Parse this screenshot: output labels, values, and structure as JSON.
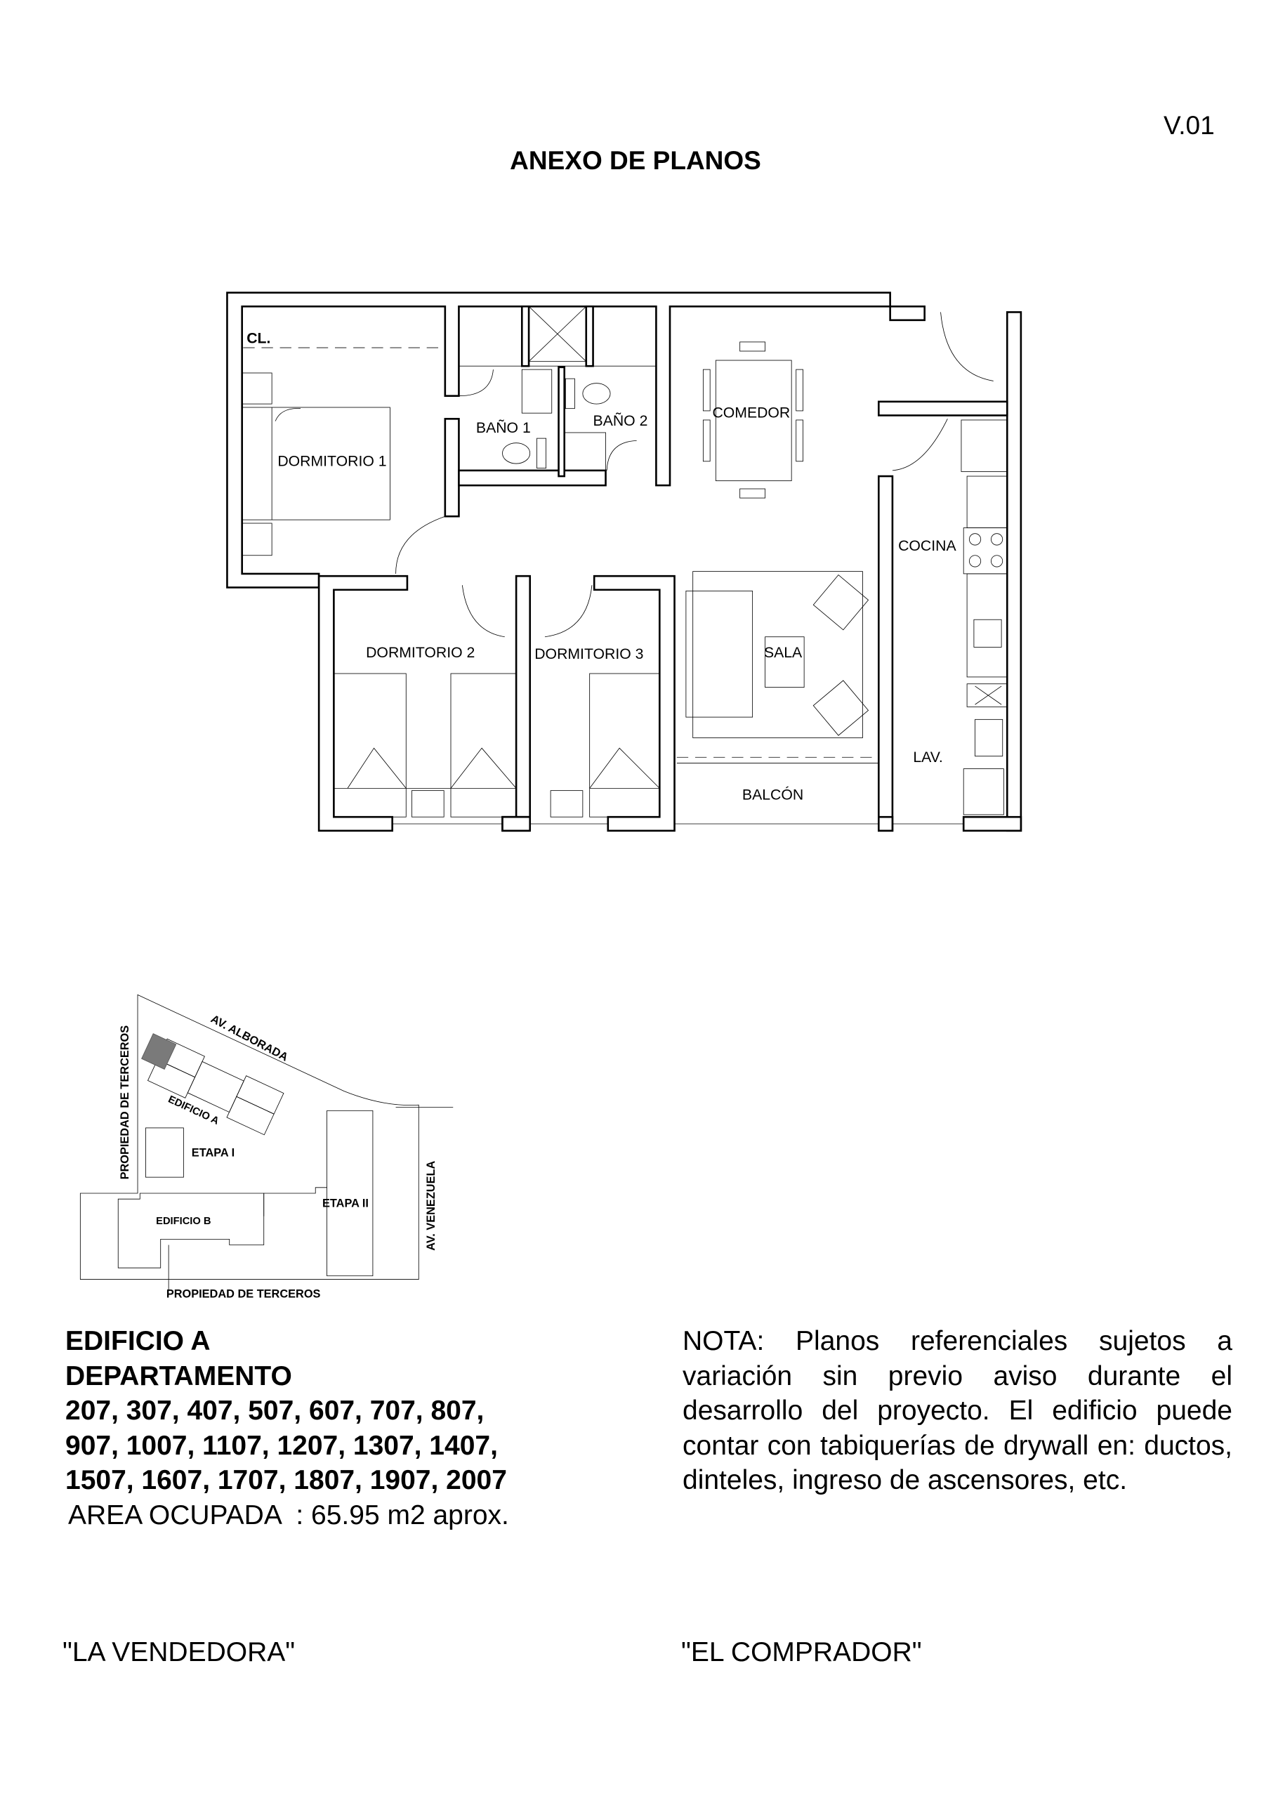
{
  "header": {
    "version": "V.01",
    "title": "ANEXO DE PLANOS"
  },
  "floor_plan": {
    "rooms": {
      "closet": "CL.",
      "bedroom1": "DORMITORIO 1",
      "bath1": "BAÑO 1",
      "bath2": "BAÑO 2",
      "dining": "COMEDOR",
      "kitchen": "COCINA",
      "bedroom2": "DORMITORIO 2",
      "bedroom3": "DORMITORIO 3",
      "living": "SALA",
      "laundry": "LAV.",
      "balcony": "BALCÓN"
    }
  },
  "site_plan": {
    "left_boundary": "PROPIEDAD DE TERCEROS",
    "street_north": "AV. ALBORADA",
    "building_a": "EDIFICIO A",
    "stage1": "ETAPA I",
    "building_b": "EDIFICIO B",
    "stage2": "ETAPA II",
    "street_east": "AV. VENEZUELA",
    "bottom_boundary": "PROPIEDAD DE TERCEROS",
    "highlight_color": "#7a7a7a"
  },
  "unit": {
    "building": "EDIFICIO A",
    "label": "DEPARTAMENTO",
    "numbers": [
      "207, 307, 407, 507, 607, 707, 807,",
      "907, 1007, 1107, 1207, 1307, 1407,",
      "1507, 1607, 1707, 1807, 1907, 2007"
    ],
    "area": "AREA OCUPADA  : 65.95 m2 aprox."
  },
  "note": "NOTA: Planos referenciales sujetos a variación sin previo aviso durante el desarrollo del proyecto. El edificio puede contar con tabiquerías de drywall en: ductos, dinteles, ingreso de ascensores, etc.",
  "signatures": {
    "seller": "\"LA VENDEDORA\"",
    "buyer": "\"EL COMPRADOR\""
  }
}
